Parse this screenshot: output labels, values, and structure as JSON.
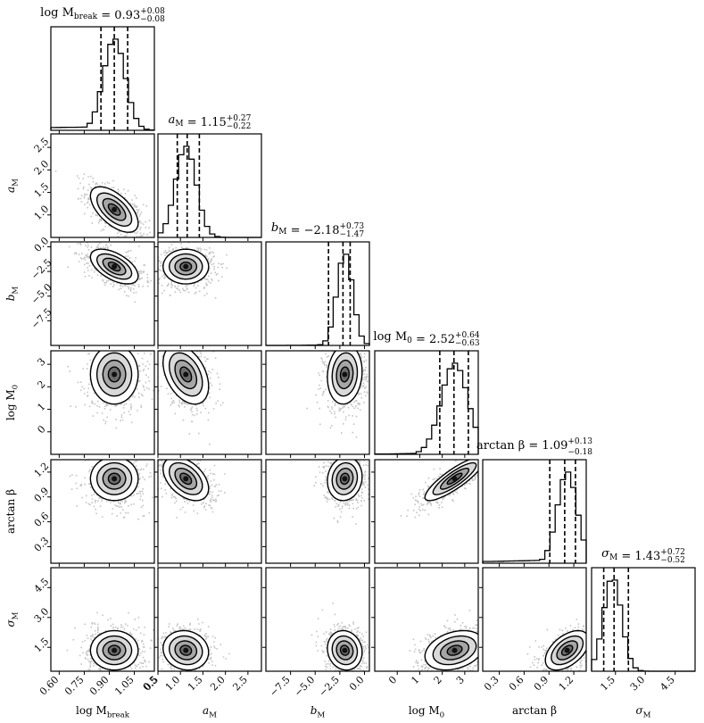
{
  "chart_data": {
    "type": "corner",
    "parameters": [
      {
        "id": "logMbreak",
        "axis_label": "log M_break",
        "title_name": "log M_break",
        "median": "0.93",
        "plus": "+0.08",
        "minus": "−0.08",
        "range": [
          0.55,
          1.17
        ],
        "ticks": [
          0.6,
          0.75,
          0.9,
          1.05
        ],
        "tick_labels": [
          "0.60",
          "0.75",
          "0.90",
          "1.05"
        ],
        "quantiles": [
          0.85,
          0.93,
          1.01
        ],
        "hist_peak": 0.93,
        "hist_width": 0.065
      },
      {
        "id": "aM",
        "axis_label": "a_M",
        "title_name": "a_M",
        "median": "1.15",
        "plus": "+0.27",
        "minus": "−0.22",
        "range": [
          0.5,
          2.8
        ],
        "ticks": [
          0.5,
          1.0,
          1.5,
          2.0,
          2.5
        ],
        "tick_labels": [
          "0.5",
          "1.0",
          "1.5",
          "2.0",
          "2.5"
        ],
        "quantiles": [
          0.93,
          1.15,
          1.42
        ],
        "hist_peak": 1.12,
        "hist_width": 0.23
      },
      {
        "id": "bM",
        "axis_label": "b_M",
        "title_name": "b_M",
        "median": "−2.18",
        "plus": "+0.73",
        "minus": "−1.47",
        "range": [
          -10.0,
          0.5
        ],
        "ticks": [
          -7.5,
          -5.0,
          -2.5,
          0.0
        ],
        "tick_labels": [
          "−7.5",
          "−5.0",
          "−2.5",
          "0.0"
        ],
        "quantiles": [
          -3.65,
          -2.18,
          -1.45
        ],
        "hist_peak": -2.0,
        "hist_width": 0.8
      },
      {
        "id": "logM0",
        "axis_label": "log M_0",
        "title_name": "log M_0",
        "median": "2.52",
        "plus": "+0.64",
        "minus": "−0.63",
        "range": [
          -1.0,
          3.6
        ],
        "ticks": [
          0,
          1,
          2,
          3
        ],
        "tick_labels": [
          "0",
          "1",
          "2",
          "3"
        ],
        "quantiles": [
          1.89,
          2.52,
          3.16
        ],
        "hist_peak": 2.55,
        "hist_width": 0.6
      },
      {
        "id": "arctanbeta",
        "axis_label": "arctan β",
        "title_name": "arctan β",
        "median": "1.09",
        "plus": "+0.13",
        "minus": "−0.18",
        "range": [
          0.1,
          1.35
        ],
        "ticks": [
          0.3,
          0.6,
          0.9,
          1.2
        ],
        "tick_labels": [
          "0.3",
          "0.6",
          "0.9",
          "1.2"
        ],
        "quantiles": [
          0.91,
          1.09,
          1.22
        ],
        "hist_peak": 1.12,
        "hist_width": 0.12
      },
      {
        "id": "sigmaM",
        "axis_label": "σ_M",
        "title_name": "σ_M",
        "median": "1.43",
        "plus": "+0.72",
        "minus": "−0.52",
        "range": [
          0.3,
          5.5
        ],
        "ticks": [
          1.5,
          3.0,
          4.5
        ],
        "tick_labels": [
          "1.5",
          "3.0",
          "4.5"
        ],
        "quantiles": [
          0.91,
          1.43,
          2.15
        ],
        "hist_peak": 1.35,
        "hist_width": 0.45
      }
    ],
    "y_ticks": {
      "aM": {
        "values": [
          1.0,
          1.5,
          2.0,
          2.5
        ],
        "labels": [
          "1.0",
          "1.5",
          "2.0",
          "2.5"
        ]
      },
      "bM": {
        "values": [
          -7.5,
          -5.0,
          -2.5,
          0.0
        ],
        "labels": [
          "−7.5",
          "−5.0",
          "−2.5",
          "0.0"
        ]
      },
      "logM0": {
        "values": [
          0,
          1,
          2,
          3
        ],
        "labels": [
          "0",
          "1",
          "2",
          "3"
        ]
      },
      "arctanbeta": {
        "values": [
          0.3,
          0.6,
          0.9,
          1.2
        ],
        "labels": [
          "0.3",
          "0.6",
          "0.9",
          "1.2"
        ]
      },
      "sigmaM": {
        "values": [
          1.5,
          3.0,
          4.5
        ],
        "labels": [
          "1.5",
          "3.0",
          "4.5"
        ]
      }
    },
    "corner_x_tick_labels": [
      "0.5"
    ],
    "correlations": {
      "aM|logMbreak": -0.6,
      "bM|logMbreak": -0.55,
      "logM0|logMbreak": 0.0,
      "arctanbeta|logMbreak": 0.0,
      "sigmaM|logMbreak": 0.0,
      "bM|aM": 0.0,
      "logM0|aM": -0.4,
      "arctanbeta|aM": -0.45,
      "sigmaM|aM": -0.1,
      "logM0|bM": 0.1,
      "arctanbeta|bM": 0.1,
      "sigmaM|bM": -0.1,
      "arctanbeta|logM0": 0.85,
      "sigmaM|logM0": 0.3,
      "sigmaM|arctanbeta": 0.5
    },
    "contour_levels": [
      "0.5σ",
      "1σ",
      "1.5σ",
      "2σ"
    ],
    "colors": {
      "ink": "#000000",
      "scatter": "#555555"
    }
  }
}
